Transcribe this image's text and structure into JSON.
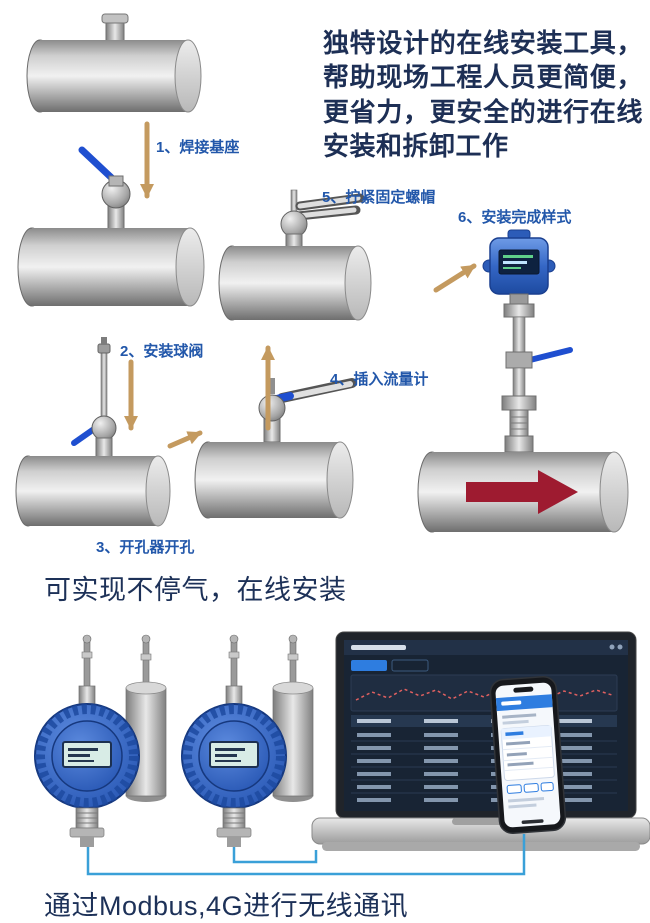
{
  "intro": {
    "text": "独特设计的在线安装工具， 帮助现场工程人员更简便， 更省力，更安全的进行在线安装和拆卸工作"
  },
  "steps": [
    {
      "label": "1、焊接基座"
    },
    {
      "label": "2、安装球阀"
    },
    {
      "label": "3、开孔器开孔"
    },
    {
      "label": "4、插入流量计"
    },
    {
      "label": "5、拧紧固定螺帽"
    },
    {
      "label": "6、安装完成样式"
    }
  ],
  "captions": {
    "online": "可实现不停气，在线安装",
    "comm": "通过Modbus,4G进行无线通讯"
  },
  "colors": {
    "text_dark_navy": "#1d2f55",
    "step_label_blue": "#2257aa",
    "arrow_tan": "#c49a5f",
    "valve_handle_blue": "#1f4fd0",
    "device_blue": "#2d5cb8",
    "flow_arrow_red": "#9e1b30",
    "wire_blue": "#3aa0d8"
  }
}
